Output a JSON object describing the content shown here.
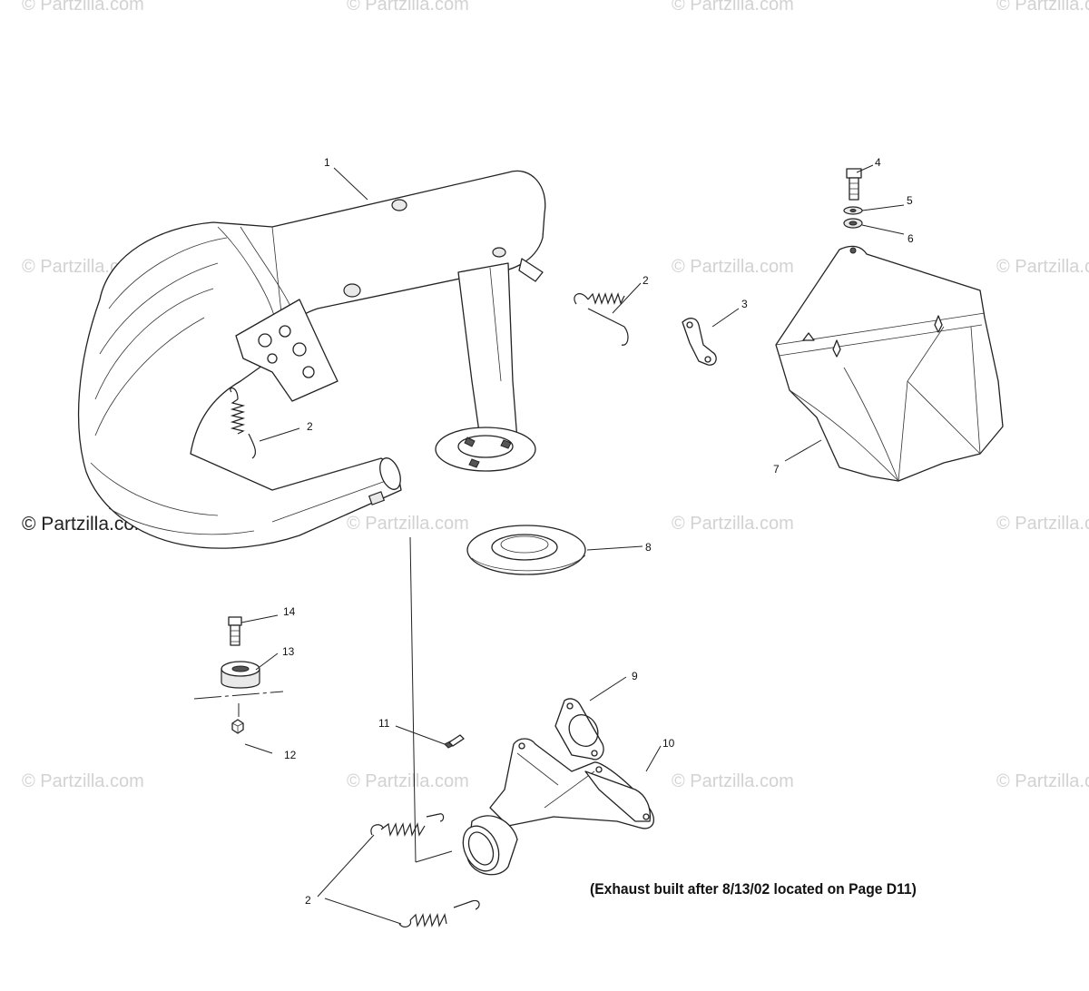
{
  "watermark": "© Partzilla.com",
  "note": "(Exhaust built after 8/13/02 located on Page D11)",
  "callouts": [
    {
      "id": "c1",
      "label": "1"
    },
    {
      "id": "c2a",
      "label": "2"
    },
    {
      "id": "c2b",
      "label": "2"
    },
    {
      "id": "c2c",
      "label": "2"
    },
    {
      "id": "c3",
      "label": "3"
    },
    {
      "id": "c4",
      "label": "4"
    },
    {
      "id": "c5",
      "label": "5"
    },
    {
      "id": "c6",
      "label": "6"
    },
    {
      "id": "c7",
      "label": "7"
    },
    {
      "id": "c8",
      "label": "8"
    },
    {
      "id": "c9",
      "label": "9"
    },
    {
      "id": "c10",
      "label": "10"
    },
    {
      "id": "c11",
      "label": "11"
    },
    {
      "id": "c12",
      "label": "12"
    },
    {
      "id": "c13",
      "label": "13"
    },
    {
      "id": "c14",
      "label": "14"
    }
  ]
}
